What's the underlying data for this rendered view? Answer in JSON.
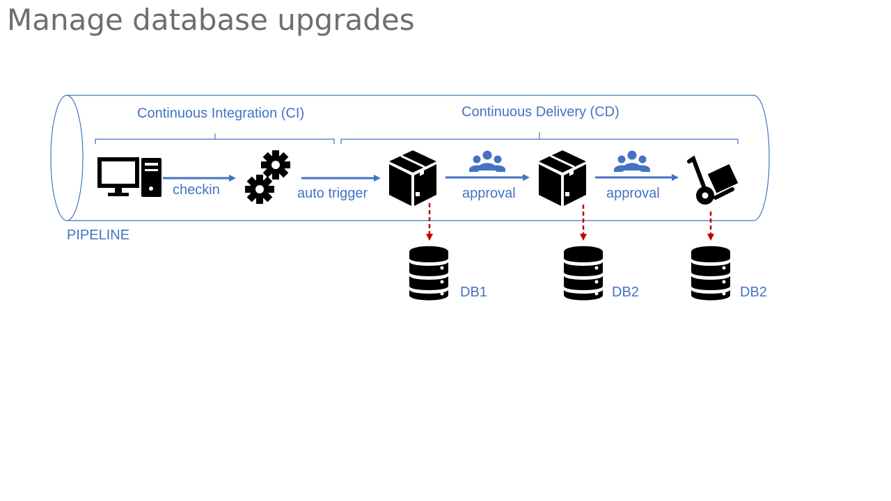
{
  "title": "Manage database upgrades",
  "pipeline": {
    "label": "PIPELINE",
    "ci_label": "Continuous Integration (CI)",
    "cd_label": "Continuous Delivery (CD)"
  },
  "arrows": {
    "checkin": "checkin",
    "auto_trigger": "auto trigger",
    "approval_1": "approval",
    "approval_2": "approval"
  },
  "databases": {
    "db_1": "DB1",
    "db_2": "DB2",
    "db_3": "DB2"
  },
  "icons": {
    "workstation": "computer-icon",
    "build": "gears-icon",
    "artifact_1": "package-icon",
    "artifact_2": "package-icon",
    "deploy": "hand-truck-icon",
    "approvers": "users-icon",
    "database": "database-icon"
  },
  "colors": {
    "accent": "#4472C4",
    "deploy_arrow": "#C00000",
    "icon": "#000000",
    "title": "#6e6e6e"
  }
}
